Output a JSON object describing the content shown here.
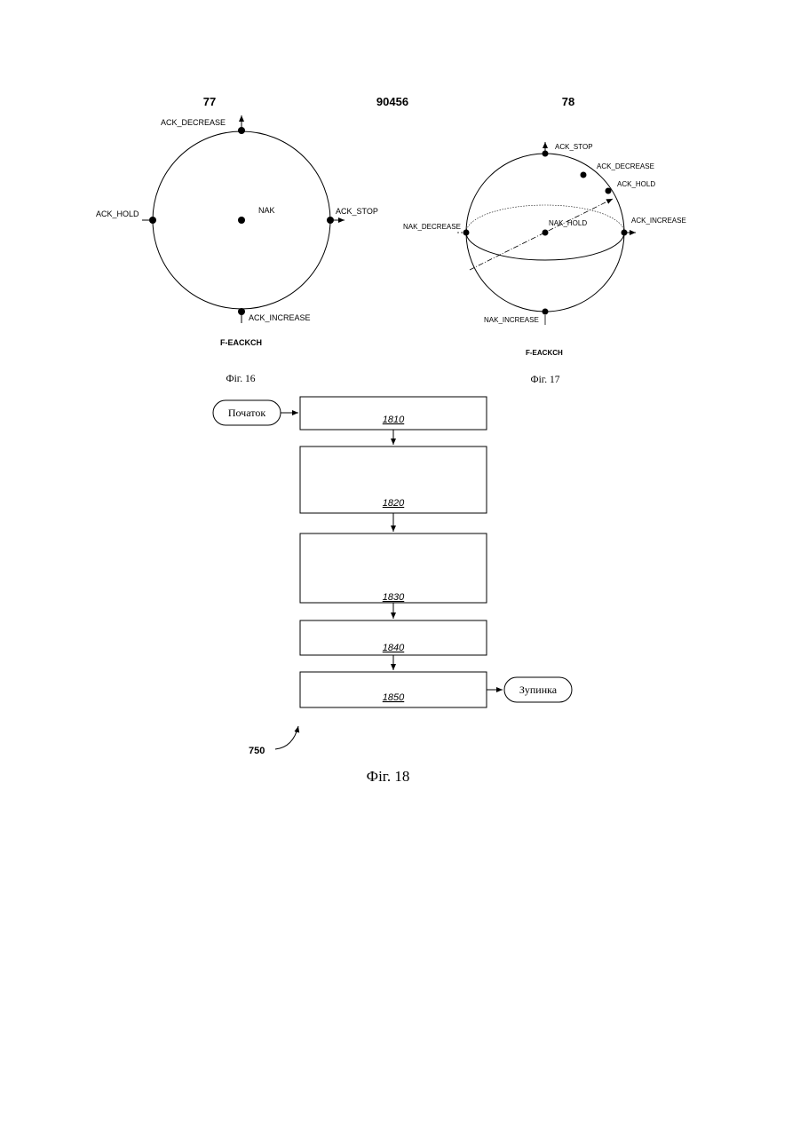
{
  "header": {
    "left_page": "77",
    "doc_number": "90456",
    "right_page": "78"
  },
  "fig16": {
    "top_label": "ACK_DECREASE",
    "left_label": "ACK_HOLD",
    "center_label": "NAK",
    "right_label": "ACK_STOP",
    "bottom_label": "ACK_INCREASE",
    "channel_label": "F-EACKCH",
    "caption": "Фіг. 16"
  },
  "fig17": {
    "top_label": "ACK_STOP",
    "upper_right_label": "ACK_DECREASE",
    "mid_right_label": "ACK_HOLD",
    "left_label": "NAK_DECREASE",
    "center_label": "NAK_HOLD",
    "right_label": "ACK_INCREASE",
    "bottom_label": "NAK_INCREASE",
    "channel_label": "F-EACKCH",
    "caption": "Фіг. 17"
  },
  "fig18": {
    "start_label": "Початок",
    "stop_label": "Зупинка",
    "steps": [
      "1810",
      "1820",
      "1830",
      "1840",
      "1850"
    ],
    "reference": "750",
    "caption": "Фіг. 18"
  }
}
